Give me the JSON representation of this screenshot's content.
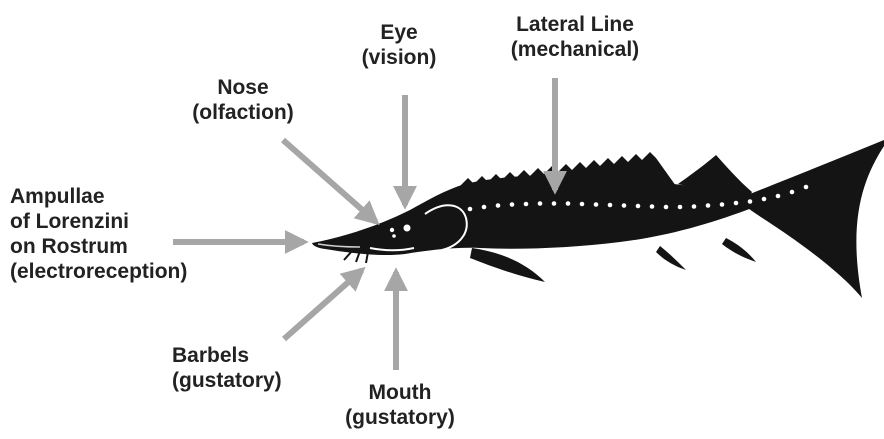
{
  "colors": {
    "fish": "#141414",
    "arrow": "#a6a6a6",
    "text": "#222222",
    "dots": "#ffffff"
  },
  "labels": {
    "eye": {
      "line1": "Eye",
      "line2": "(vision)"
    },
    "lateral_line": {
      "line1": "Lateral Line",
      "line2": "(mechanical)"
    },
    "nose": {
      "line1": "Nose",
      "line2": "(olfaction)"
    },
    "ampullae": {
      "line1": "Ampullae",
      "line2": "of Lorenzini",
      "line3": "on Rostrum",
      "line4": "(electroreception)"
    },
    "barbels": {
      "line1": "Barbels",
      "line2": "(gustatory)"
    },
    "mouth": {
      "line1": "Mouth",
      "line2": "(gustatory)"
    }
  }
}
